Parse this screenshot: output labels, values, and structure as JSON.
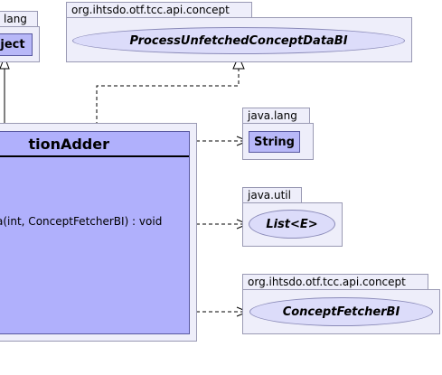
{
  "packages": {
    "java_lang_top": {
      "name": "lang",
      "class_label": "ject"
    },
    "tcc_concept_top": {
      "name": "org.ihtsdo.otf.tcc.api.concept",
      "interface_label": "ProcessUnfetchedConceptDataBI"
    },
    "java_lang": {
      "name": "java.lang",
      "class_label": "String"
    },
    "java_util": {
      "name": "java.util",
      "interface_label": "List<E>"
    },
    "tcc_concept_bottom": {
      "name": "org.ihtsdo.otf.tcc.api.concept",
      "interface_label": "ConceptFetcherBI"
    }
  },
  "main_class": {
    "name": "tionAdder",
    "operation": "a(int, ConceptFetcherBI) : void"
  },
  "colors": {
    "package_fill": "#eeeefa",
    "class_fill": "#b0b0fc",
    "interface_fill": "#dcdcfa"
  }
}
